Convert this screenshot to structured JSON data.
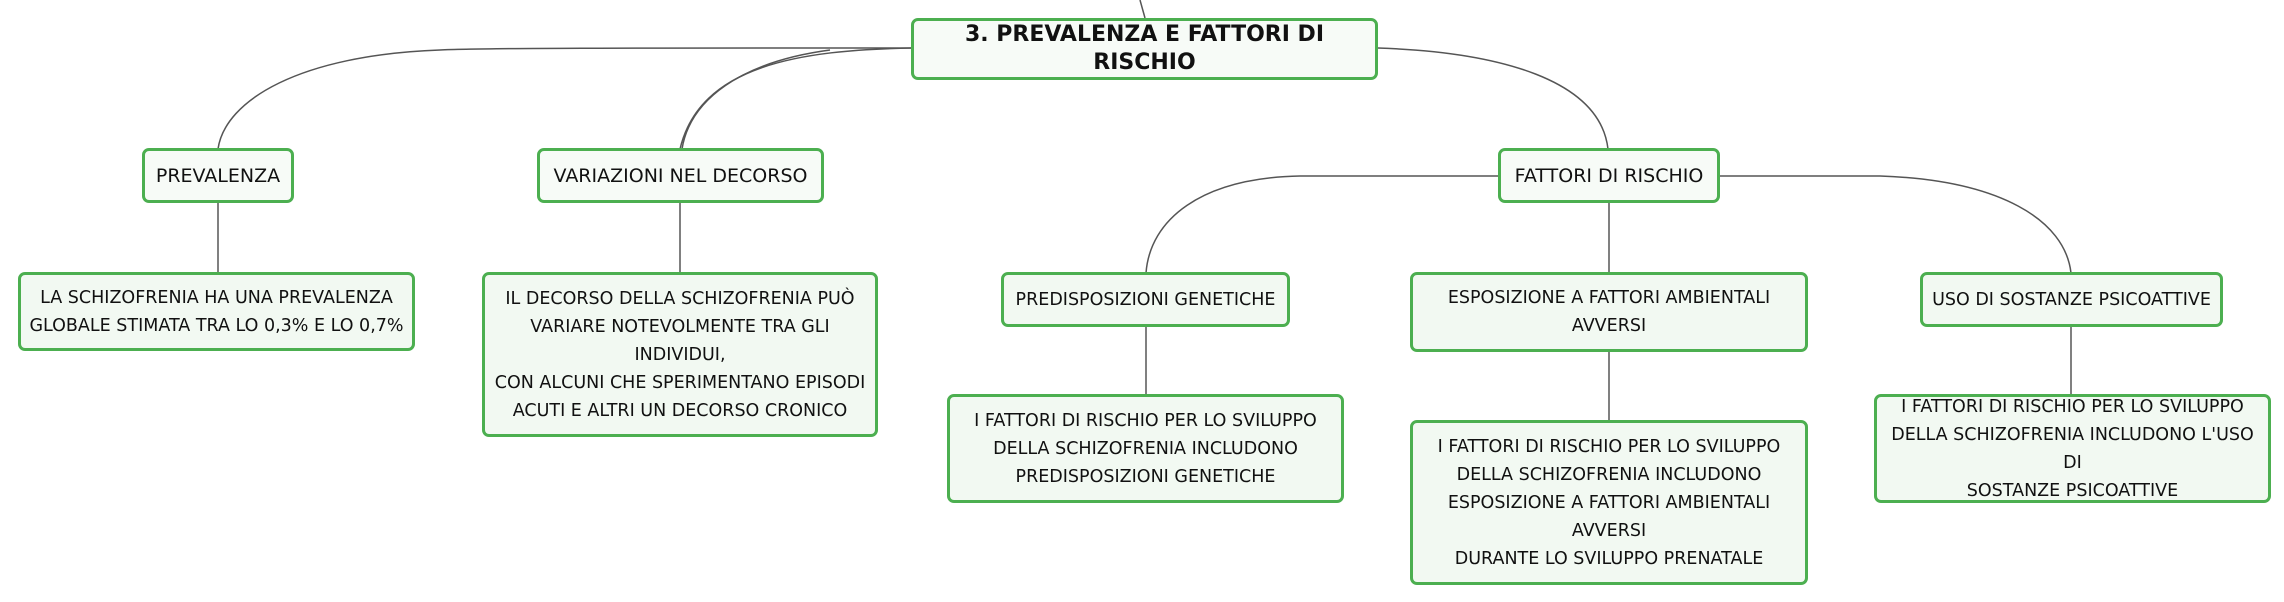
{
  "colors": {
    "border": "#4caf50",
    "fill": "#f2f9f2",
    "line": "#555555"
  },
  "nodes": {
    "root": "3. PREVALENZA E FATTORI DI RISCHIO",
    "prevalenza": "PREVALENZA",
    "prevalenza_desc": "LA SCHIZOFRENIA HA UNA PREVALENZA\nGLOBALE STIMATA TRA LO 0,3% E LO 0,7%",
    "variazioni": "VARIAZIONI NEL DECORSO",
    "variazioni_desc": "IL DECORSO DELLA SCHIZOFRENIA PUÒ\nVARIARE NOTEVOLMENTE TRA GLI INDIVIDUI,\nCON ALCUNI CHE SPERIMENTANO EPISODI\nACUTI E ALTRI UN DECORSO CRONICO",
    "fattori": "FATTORI DI RISCHIO",
    "genetiche": "PREDISPOSIZIONI GENETICHE",
    "genetiche_desc": "I FATTORI DI RISCHIO PER LO SVILUPPO\nDELLA SCHIZOFRENIA INCLUDONO\nPREDISPOSIZIONI GENETICHE",
    "ambientali": "ESPOSIZIONE A FATTORI AMBIENTALI AVVERSI",
    "ambientali_desc": "I FATTORI DI RISCHIO PER LO SVILUPPO\nDELLA SCHIZOFRENIA INCLUDONO\nESPOSIZIONE A FATTORI AMBIENTALI AVVERSI\nDURANTE LO SVILUPPO PRENATALE",
    "sostanze": "USO DI SOSTANZE PSICOATTIVE",
    "sostanze_desc": "I FATTORI DI RISCHIO PER LO SVILUPPO\nDELLA SCHIZOFRENIA INCLUDONO L'USO DI\nSOSTANZE PSICOATTIVE"
  }
}
